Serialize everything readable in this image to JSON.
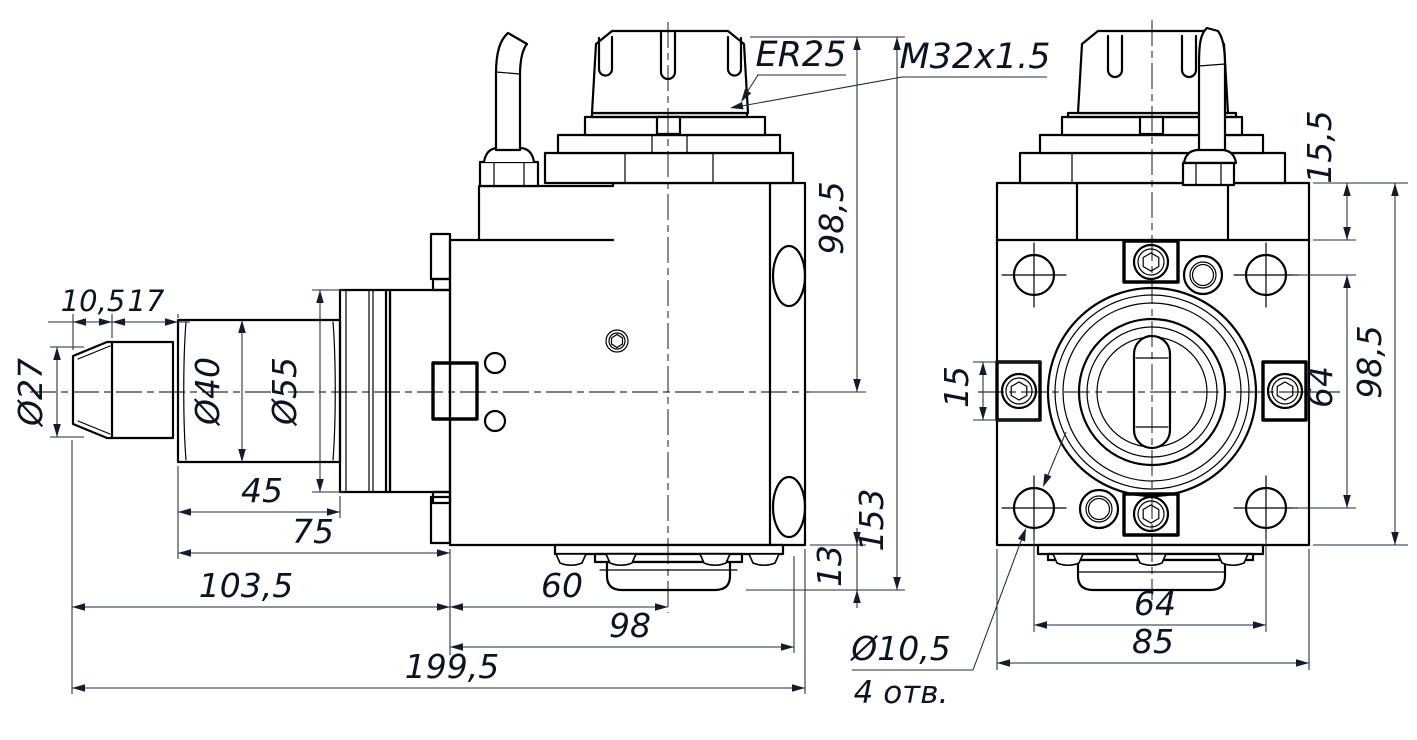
{
  "meta": {
    "background": "#ffffff",
    "line_color": "#000000",
    "dim_text_color": "#0d1322"
  },
  "side_view": {
    "dims": {
      "tip_width": "10,5",
      "nut_width": "17",
      "dia_collet": "Ø27",
      "dia_spindle": "Ø40",
      "dia_flange": "Ø55",
      "len_45": "45",
      "len_75": "75",
      "len_103_5": "103,5",
      "len_199_5": "199,5",
      "len_60": "60",
      "len_98": "98",
      "height_98_5": "98,5",
      "height_153": "153",
      "height_13": "13"
    },
    "labels": {
      "collet": "ER25",
      "thread": "M32x1.5"
    }
  },
  "front_view": {
    "dims": {
      "step_15_5": "15,5",
      "height_98_5": "98,5",
      "holes_64_v": "64",
      "boss_15": "15",
      "holes_64_h": "64",
      "width_85": "85"
    },
    "labels": {
      "hole_dia": "Ø10,5",
      "hole_count": "4 отв."
    }
  }
}
